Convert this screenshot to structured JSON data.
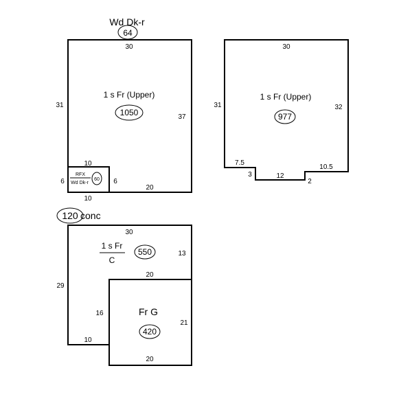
{
  "sketch": {
    "deck": {
      "label": "Wd Dk-r",
      "area": "64"
    },
    "upper1": {
      "label": "1 s Fr  (Upper)",
      "area": "1050",
      "dims": {
        "top": "30",
        "left": "31",
        "right": "37",
        "inner_top": "10",
        "inner_left": "6",
        "inner_right": "6",
        "bottom": "20",
        "below": "10"
      },
      "sub": {
        "top": "RFX",
        "bottom": "Wd Dk-r",
        "area": "60"
      }
    },
    "upper2": {
      "label": "1 s Fr  (Upper)",
      "area": "977",
      "dims": {
        "top": "30",
        "left": "31",
        "right": "32",
        "left_bottom": "7.5",
        "left_step": "3",
        "bottom": "12",
        "right_step": "2",
        "right_bottom": "10.5"
      }
    },
    "conc": {
      "label": "conc",
      "area": "120"
    },
    "main": {
      "label_top": "1 s Fr",
      "label_bottom": "C",
      "area": "550",
      "dims": {
        "top": "30",
        "left": "29",
        "right": "13",
        "mid": "20",
        "inner": "16",
        "bottom": "10"
      }
    },
    "garage": {
      "label": "Fr G",
      "area": "420",
      "dims": {
        "right": "21",
        "bottom": "20"
      }
    }
  }
}
